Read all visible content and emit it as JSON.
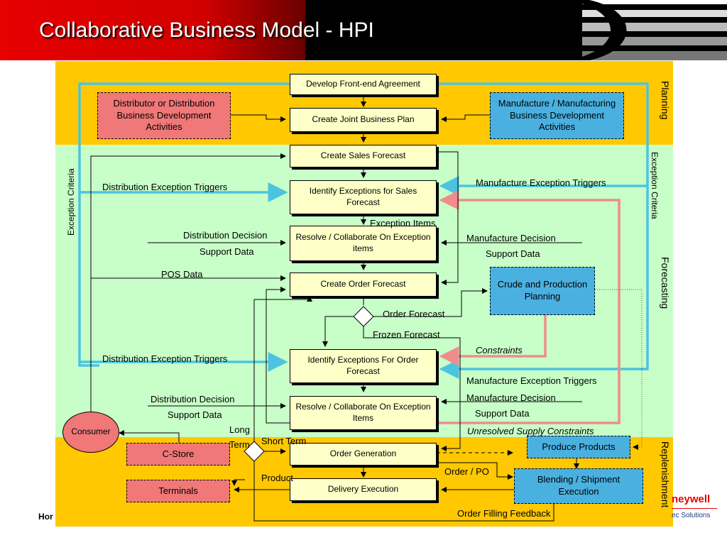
{
  "title": "Collaborative Business Model - HPI",
  "colors": {
    "planning_band": "#ffc800",
    "forecasting_band": "#c8ffc8",
    "replenishment_band": "#ffc800",
    "exception_line": "#4cc4e0",
    "constraint_line": "#f08c8c",
    "header_red": "#e60000"
  },
  "sections": {
    "planning": "Planning",
    "forecasting": "Forecasting",
    "replenishment": "Replenishment"
  },
  "processes": {
    "develop_agreement": "Develop Front-end Agreement",
    "joint_plan": "Create Joint Business Plan",
    "sales_forecast": "Create Sales Forecast",
    "identify_sales_exceptions": "Identify Exceptions for Sales Forecast",
    "resolve_exception_items_1": "Resolve / Collaborate On Exception items",
    "order_forecast": "Create Order Forecast",
    "identify_order_exceptions": "Identify Exceptions For Order Forecast",
    "resolve_exception_items_2": "Resolve / Collaborate On Exception Items",
    "order_generation": "Order Generation",
    "delivery_execution": "Delivery Execution"
  },
  "external": {
    "distributor_dev": "Distributor or Distribution Business Development Activities",
    "manufacture_dev": "Manufacture / Manufacturing Business Development Activities",
    "crude_planning": "Crude and Production Planning",
    "produce_products": "Produce Products",
    "blending_shipment": "Blending / Shipment Execution",
    "c_store": "C-Store",
    "terminals": "Terminals",
    "consumer": "Consumer"
  },
  "labels": {
    "exception_criteria_left": "Exception Criteria",
    "exception_criteria_right": "Exception Criteria",
    "dist_exception_triggers_1": "Distribution Exception Triggers",
    "dist_exception_triggers_2": "Distribution Exception Triggers",
    "mfg_exception_triggers_1": "Manufacture Exception Triggers",
    "mfg_exception_triggers_2": "Manufacture Exception Triggers",
    "exception_items": "Exception Items",
    "dist_decision_1": "Distribution Decision",
    "dist_support_1": "Support Data",
    "mfg_decision_1": "Manufacture Decision",
    "mfg_support_1": "Support Data",
    "pos_data": "POS Data",
    "order_forecast": "Order Forecast",
    "frozen_forecast": "Frozen Forecast",
    "constraints": "Constraints",
    "dist_decision_2": "Distribution Decision",
    "dist_support_2": "Support Data",
    "mfg_decision_2": "Manufacture Decision",
    "mfg_support_2": "Support Data",
    "unresolved_constraints": "Unresolved Supply Constraints",
    "long_term_a": "Long",
    "long_term_b": "Term",
    "short_term": "Short Term",
    "order_po": "Order / PO",
    "product": "Product",
    "order_filling_feedback": "Order Filling Feedback"
  },
  "footer": {
    "left_text": "Hor",
    "brand": "neywell",
    "brand_sub": "ec Solutions"
  }
}
